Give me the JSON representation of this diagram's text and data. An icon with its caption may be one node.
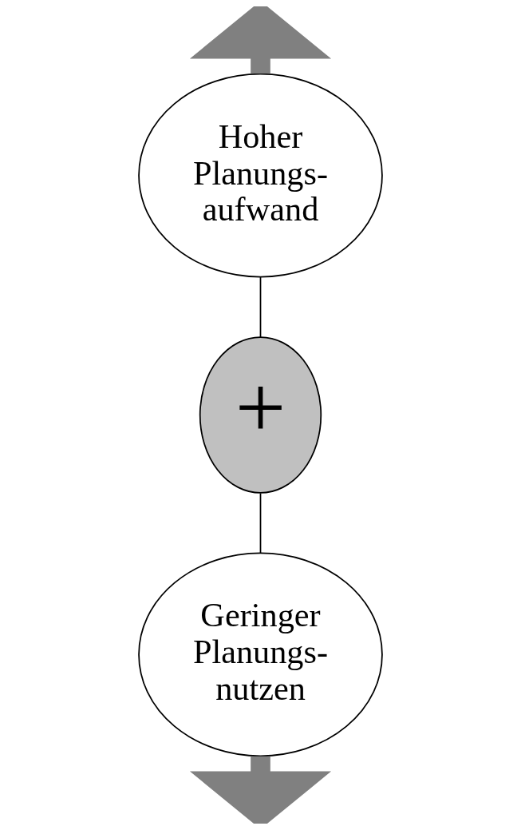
{
  "diagram": {
    "nodes": [
      {
        "text": [
          "Hoher Planungs- aufwand"
        ]
      },
      {
        "text": [
          "+"
        ]
      },
      {
        "text": [
          "Geringer Planungs- nutzen"
        ]
      }
    ],
    "edges": [
      {
        "from": 0,
        "to": null,
        "arrow": "to",
        "style": "thick",
        "color": "#808080"
      },
      {
        "from": 0,
        "to": 1,
        "arrow": "none",
        "color": "#000000"
      },
      {
        "from": 1,
        "to": 2,
        "arrow": "none",
        "color": "#000000"
      },
      {
        "from": 2,
        "to": null,
        "arrow": "to",
        "style": "thick",
        "color": "#808080"
      }
    ]
  }
}
